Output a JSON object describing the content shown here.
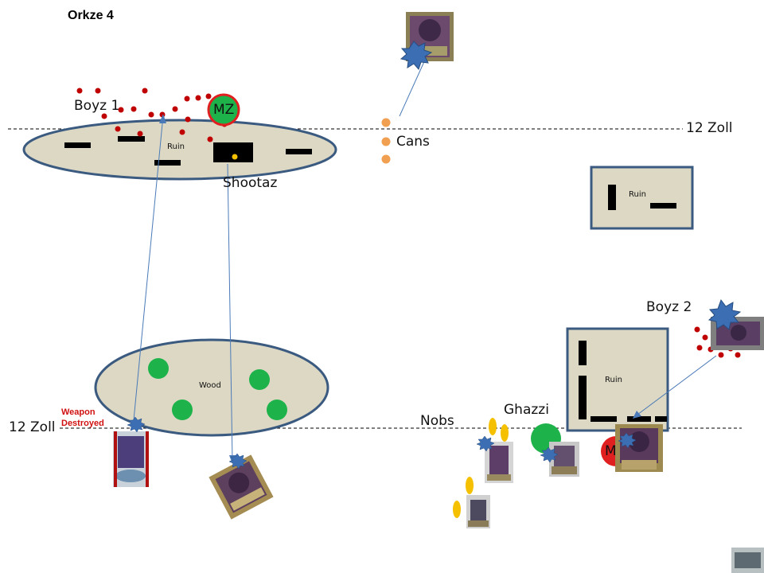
{
  "title": "Orkze 4",
  "ranges": {
    "top": "12  Zoll",
    "bottom": "12 Zoll"
  },
  "terrain": {
    "ruin": "Ruin",
    "wood": "Wood"
  },
  "units": {
    "boyz1": "Boyz 1",
    "mz": "MZ",
    "shootaz": "Shootaz",
    "cans": "Cans",
    "boyz2": "Boyz 2",
    "nobs": "Nobs",
    "ghazzi": "Ghazzi",
    "m": "M"
  },
  "annotation": {
    "weapon_destroyed": "Weapon Destroyed"
  },
  "colors": {
    "terrain_fill": "#ddd8c4",
    "terrain_stroke": "#3b5a80",
    "ork_boyz": "#c00000",
    "ork_green": "#1db34a",
    "cans": "#f0a050",
    "nobs_yellow": "#f5c000",
    "marker_red": "#e02020",
    "arrow_line": "#4a7ab8",
    "burst": "#3c6eb4"
  },
  "icons": [
    "burst-icon",
    "tyranid-miniature-icon"
  ]
}
